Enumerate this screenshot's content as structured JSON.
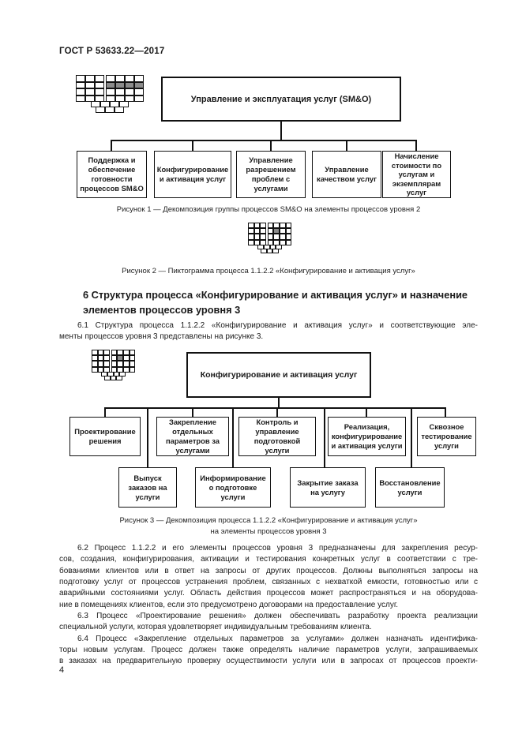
{
  "header": {
    "title": "ГОСТ Р 53633.22—2017"
  },
  "page_number": "4",
  "colors": {
    "ink": "#1a1a1a",
    "paper": "#ffffff",
    "pictogram_highlight": "#8c8c8c"
  },
  "figure1": {
    "pictogram": {
      "icon": "etom-process-map-icon",
      "highlight": "second-row"
    },
    "root_box": "Управление и эксплуатация услуг (SM&O)",
    "boxes": [
      "Поддержка и обеспечение готовности процессов SM&O",
      "Конфигурирование и активация услуг",
      "Управление разрешением проблем с услугами",
      "Управление качеством услуг",
      "Начисление стоимости по услугам и экземплярам услуг"
    ],
    "caption": "Рисунок 1 — Декомпозиция группы процессов SM&O на элементы процессов уровня 2"
  },
  "figure2": {
    "pictogram": {
      "icon": "etom-process-map-icon",
      "highlight": "second-row-second-cell"
    },
    "caption": "Рисунок 2 — Пиктограмма процесса 1.1.2.2 «Конфигурирование и активация услуг»"
  },
  "section6": {
    "heading_lines": [
      "6 Структура процесса «Конфигурирование и активация услуг» и назначение",
      "элементов процессов уровня 3"
    ],
    "para_6_1_lines": [
      "6.1 Структура процесса 1.1.2.2 «Конфигурирование и активация услуг» и соответствующие эле-",
      "менты процессов уровня 3 представлены на рисунке 3."
    ],
    "para_6_2_lines": [
      "6.2 Процесс 1.1.2.2 и его элементы процессов уровня 3 предназначены для закрепления ресур-",
      "сов, создания, конфигурирования, активации и тестирования конкретных услуг в соответствии с тре-",
      "бованиями клиентов или в ответ на запросы от других процессов. Должны выполняться запросы на",
      "подготовку услуг от процессов устранения проблем, связанных с нехваткой емкости, готовностью или с",
      "аварийными состояниями услуг. Область действия процессов может распространяться и на оборудова-",
      "ние в помещениях клиентов, если это предусмотрено договорами на предоставление услуг."
    ],
    "para_6_3_lines": [
      "6.3 Процесс «Проектирование решения» должен обеспечивать разработку проекта реализации",
      "специальной услуги, которая удовлетворяет индивидуальным требованиям клиента."
    ],
    "para_6_4_lines": [
      "6.4 Процесс «Закрепление отдельных параметров за услугами» должен назначать идентифика-",
      "торы новым услугам. Процесс должен также определять наличие параметров услуги, запрашиваемых",
      "в заказах на предварительную проверку осуществимости услуги или в запросах от процессов проекти-"
    ]
  },
  "figure3": {
    "pictogram": {
      "icon": "etom-process-map-icon",
      "highlight": "second-row-second-cell"
    },
    "root_box": "Конфигурирование и активация услуг",
    "row1_boxes": [
      "Проектирование решения",
      "Закрепление отдельных параметров за услугами",
      "Контроль и управление подготовкой услуги",
      "Реализация, конфигурирование и активация услуги",
      "Сквозное тестирование услуги"
    ],
    "row2_boxes": [
      "Выпуск заказов на услуги",
      "Информирование о подготовке услуги",
      "Закрытие заказа на услугу",
      "Восстановление услуги"
    ],
    "caption_lines": [
      "Рисунок 3 — Декомпозиция процесса 1.1.2.2 «Конфигурирование и активация услуг»",
      "на элементы процессов уровня 3"
    ]
  }
}
